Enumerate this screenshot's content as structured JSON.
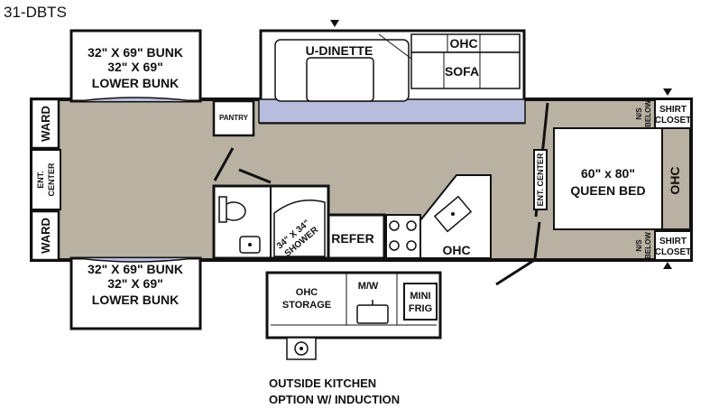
{
  "model": "31-DBTS",
  "colors": {
    "floor": "#b9b2a3",
    "slide": "#b9bddd",
    "wall": "#111111",
    "background": "#ffffff"
  },
  "labels": {
    "bunk_top_1": "32\" X 69\" BUNK",
    "bunk_top_2": "32\" X 69\"",
    "bunk_top_3": "LOWER BUNK",
    "bunk_bot_1": "32\" X 69\" BUNK",
    "bunk_bot_2": "32\" X 69\"",
    "bunk_bot_3": "LOWER BUNK",
    "ward": "WARD",
    "ent_center": "ENT.",
    "ent_center_2": "CENTER",
    "pantry": "PANTRY",
    "u_dinette": "U-DINETTE",
    "ohc": "OHC",
    "sofa": "SOFA",
    "shower_1": "34\" X 34\"",
    "shower_2": "SHOWER",
    "refer": "REFER",
    "ent_center_front": "ENT. CENTER",
    "queen_bed_1": "60\" x 80\"",
    "queen_bed_2": "QUEEN BED",
    "ns_below_1": "N/S",
    "ns_below_2": "BELOW",
    "shirt": "SHIRT",
    "closet": "CLOSET",
    "ohc_storage_1": "OHC",
    "ohc_storage_2": "STORAGE",
    "mw": "M/W",
    "mini": "MINI",
    "frig": "FRIG"
  },
  "caption": {
    "line1": "OUTSIDE KITCHEN",
    "line2": "OPTION W/ INDUCTION"
  }
}
